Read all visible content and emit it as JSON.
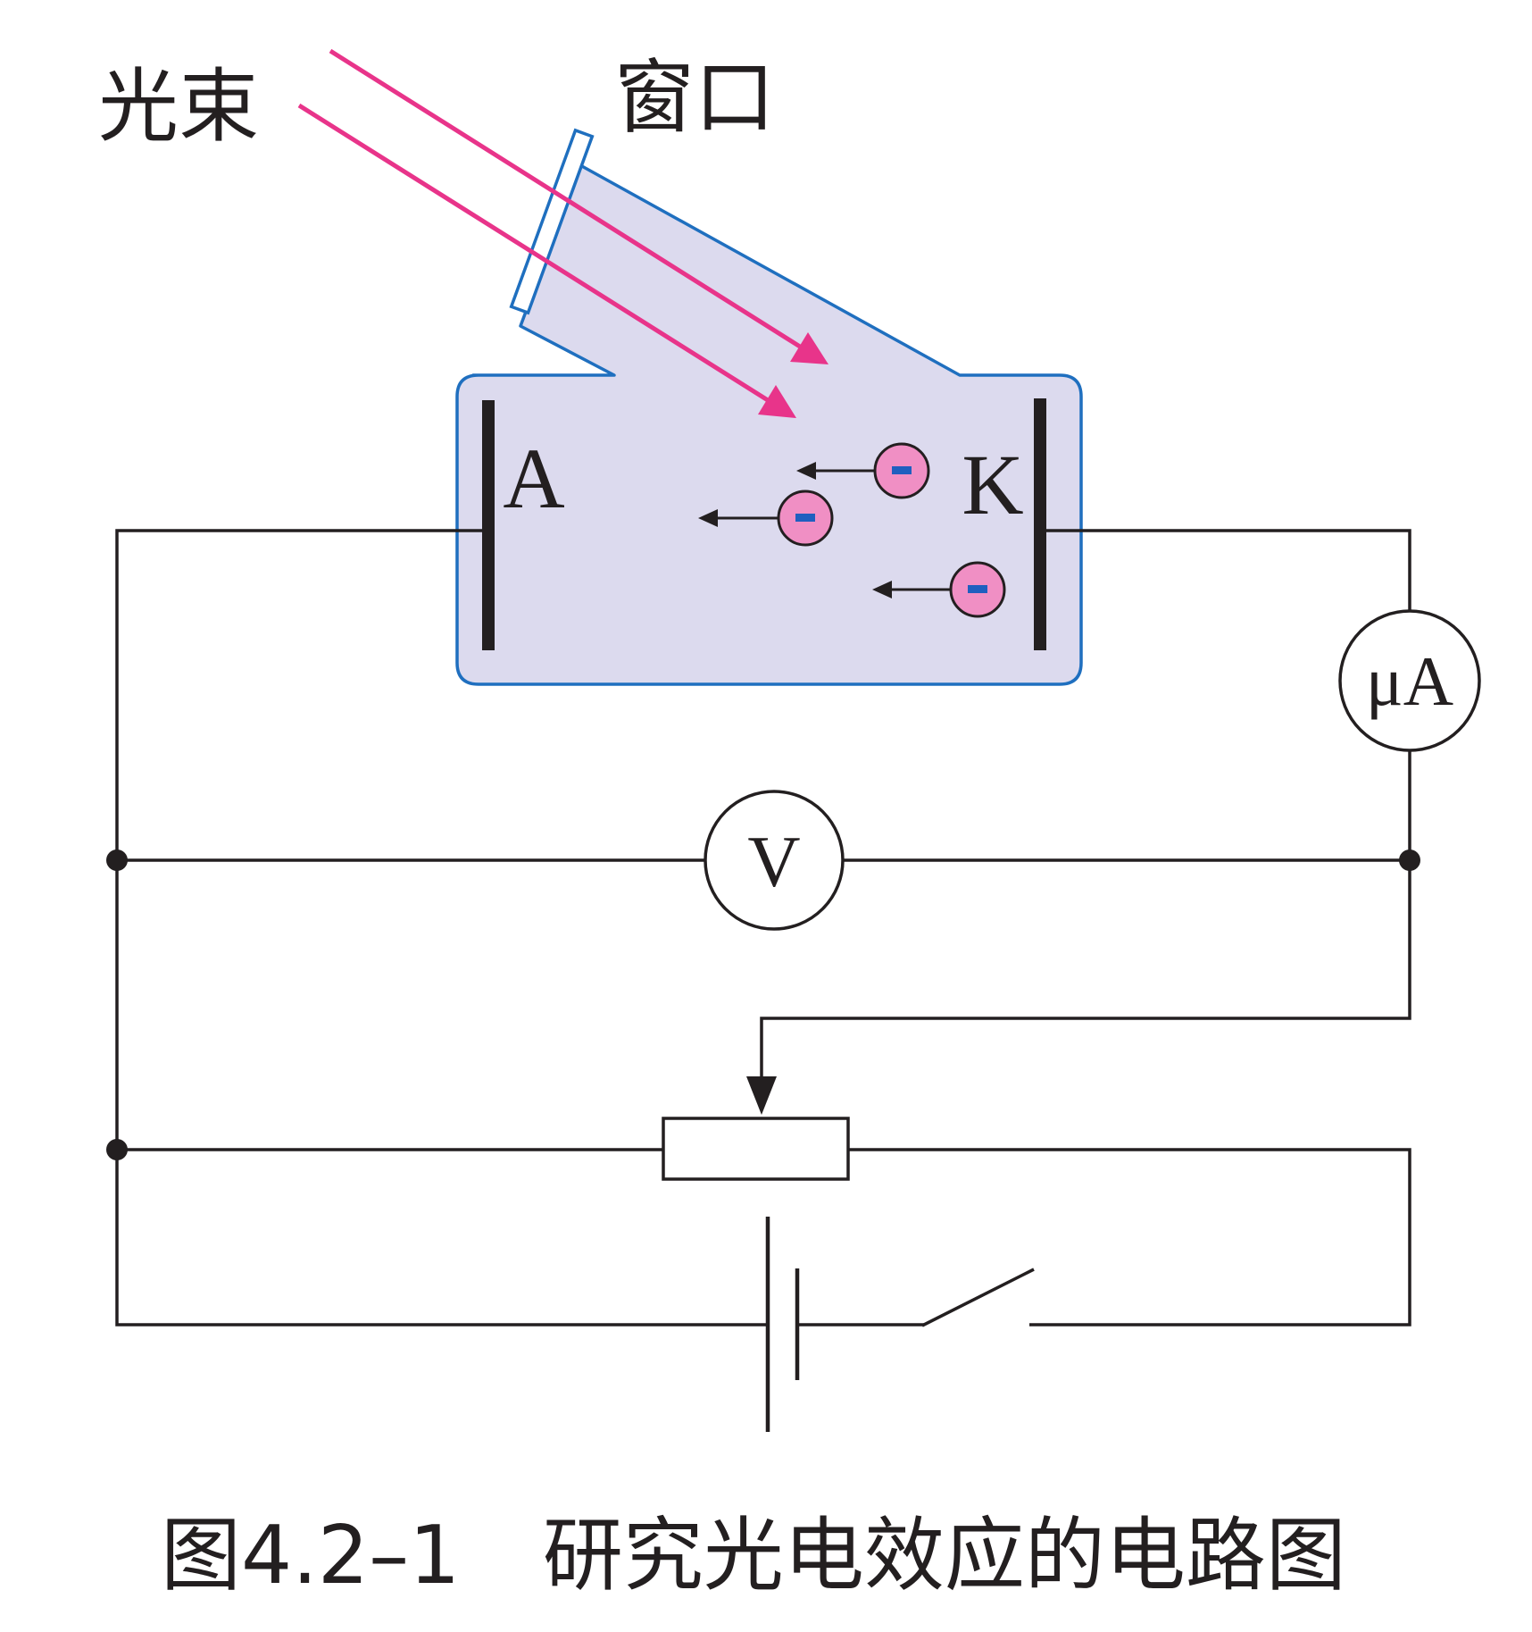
{
  "labels": {
    "light_beam": "光束",
    "window": "窗口",
    "anode": "A",
    "cathode": "K",
    "microammeter": "μA",
    "voltmeter": "V",
    "electron_charge": "-"
  },
  "caption": {
    "figure_number": "图4.2–1",
    "title": "研究光电效应的电路图"
  },
  "colors": {
    "tube_fill": "#dcdaee",
    "tube_border": "#1f6fbf",
    "light_beam": "#e8348a",
    "electron_fill": "#f08fc4",
    "electron_sign": "#1f5fbf",
    "wire": "#231f20",
    "background": "#ffffff"
  }
}
